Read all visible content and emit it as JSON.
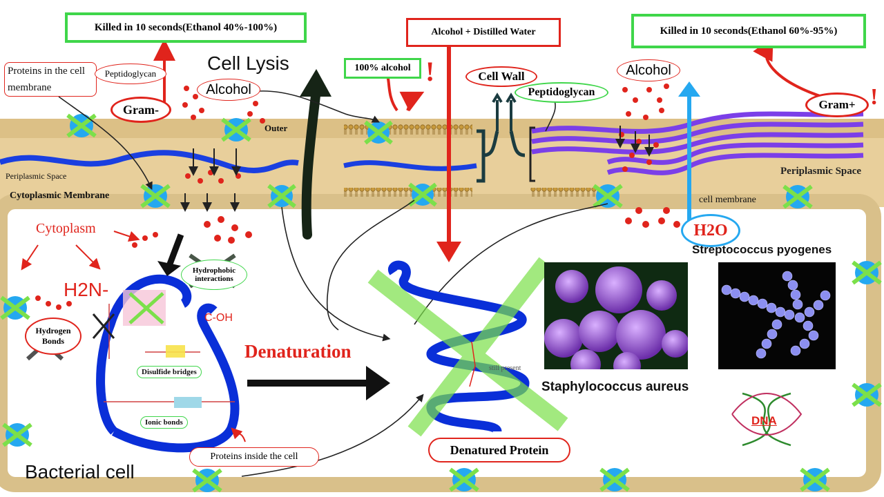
{
  "gram_negative": {
    "kill_box": "Killed in 10 seconds(Ethanol 40%-100%)",
    "proteins_in_membrane": "Proteins in the cell membrane",
    "peptidoglycan": "Peptidoglycan",
    "gram_label": "Gram-",
    "alcohol": "Alcohol",
    "outer": "Outer",
    "periplasmic_space": "Periplasmic Space",
    "cytoplasmic_membrane": "Cytoplasmic Membrane",
    "cell_lysis": "Cell Lysis"
  },
  "middle": {
    "alcohol_water_box": "Alcohol + Distilled Water",
    "alcohol_100": "100% alcohol",
    "cell_wall": "Cell Wall",
    "peptidoglycan": "Peptidoglycan"
  },
  "gram_positive": {
    "kill_box": "Killed in 10 seconds(Ethanol 60%-95%)",
    "alcohol": "Alcohol",
    "gram_label": "Gram+",
    "periplasmic_space": "Periplasmic Space",
    "cell_membrane": "cell membrane",
    "water": "H2O"
  },
  "protein": {
    "cytoplasm": "Cytoplasm",
    "amine": "H2N-",
    "carboxyl": "C-OH",
    "hydrophobic": "Hydrophobic interactions",
    "hydrogen_bonds": "Hydrogen Bonds",
    "disulfide": "Disulfide bridges",
    "ionic": "Ionic bonds",
    "proteins_inside": "Proteins inside the cell",
    "denaturation": "Denaturation",
    "denatured_protein": "Denatured Protein",
    "still_present": "still present"
  },
  "organisms": {
    "streptococcus": "Streptococcus pyogenes",
    "staphylococcus": "Staphylococcus aureus",
    "dna": "DNA"
  },
  "bacterial_cell": "Bacterial cell",
  "colors": {
    "membrane_tan": "#e8cf9b",
    "blue_strand": "#1a3fe0",
    "purple_wall": "#7b3fe8",
    "kill_green": "#3fd64a",
    "alcohol_red": "#e0241c",
    "water_blue": "#25a8f0",
    "protein_blue": "#0a2fd8"
  }
}
